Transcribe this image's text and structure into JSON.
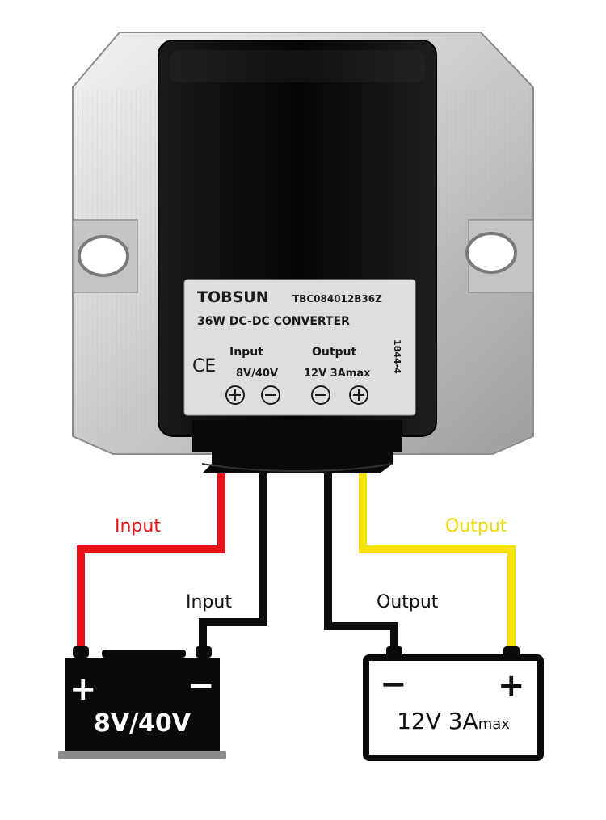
{
  "device": {
    "brand": "TOBSUN",
    "model": "TBC084012B36Z",
    "title": "36W DC-DC CONVERTER",
    "input_header": "Input",
    "output_header": "Output",
    "input_spec": "8V/40V",
    "output_spec": "12V 3Amax",
    "ce_mark": "CE",
    "batch_code": "1844-4",
    "terminal_symbols": [
      "⊕",
      "⊖",
      "⊖",
      "⊕"
    ]
  },
  "wires": {
    "input_positive_label": "Input",
    "input_negative_label": "Input",
    "output_negative_label": "Output",
    "output_positive_label": "Output",
    "colors": {
      "red": "#e8141b",
      "yellow": "#f5e20c",
      "black": "#0c0c0c"
    }
  },
  "input_battery": {
    "plus": "+",
    "minus": "−",
    "voltage": "8V/40V"
  },
  "output_load": {
    "minus": "−",
    "plus": "+",
    "rating_main": "12V 3A",
    "rating_sub": "max"
  },
  "icons": [
    "mounting-hole-icon",
    "plus-circle-icon",
    "minus-circle-icon",
    "ce-mark-icon"
  ]
}
